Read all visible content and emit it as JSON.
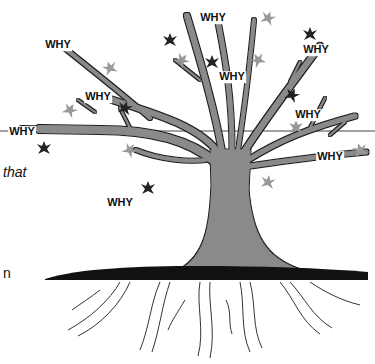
{
  "diagram": {
    "labels": [
      "WHY",
      "WHY",
      "WHY",
      "WHY",
      "WHY",
      "WHY",
      "WHY",
      "WHY",
      "that",
      "WHY",
      "n"
    ]
  }
}
